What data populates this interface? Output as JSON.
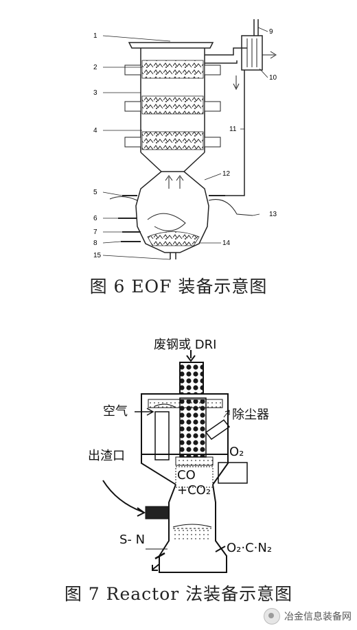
{
  "fig6": {
    "caption": "图 6    EOF 装备示意图",
    "callouts": [
      "1",
      "2",
      "3",
      "4",
      "5",
      "6",
      "7",
      "8",
      "9",
      "10",
      "11",
      "12",
      "13",
      "14",
      "15"
    ]
  },
  "fig7": {
    "caption": "图 7    Reactor 法装备示意图",
    "labels": {
      "feed": "废钢或 DRI",
      "air": "空气",
      "dust": "除尘器",
      "slag": "出渣口",
      "o2": "O₂",
      "co": "CO",
      "co2": "+CO₂",
      "sn": "S- N",
      "o2cn2": "O₂·C·N₂"
    }
  },
  "watermark": {
    "text": "冶金信息装备网",
    "icon": "wechat-logo-icon"
  }
}
